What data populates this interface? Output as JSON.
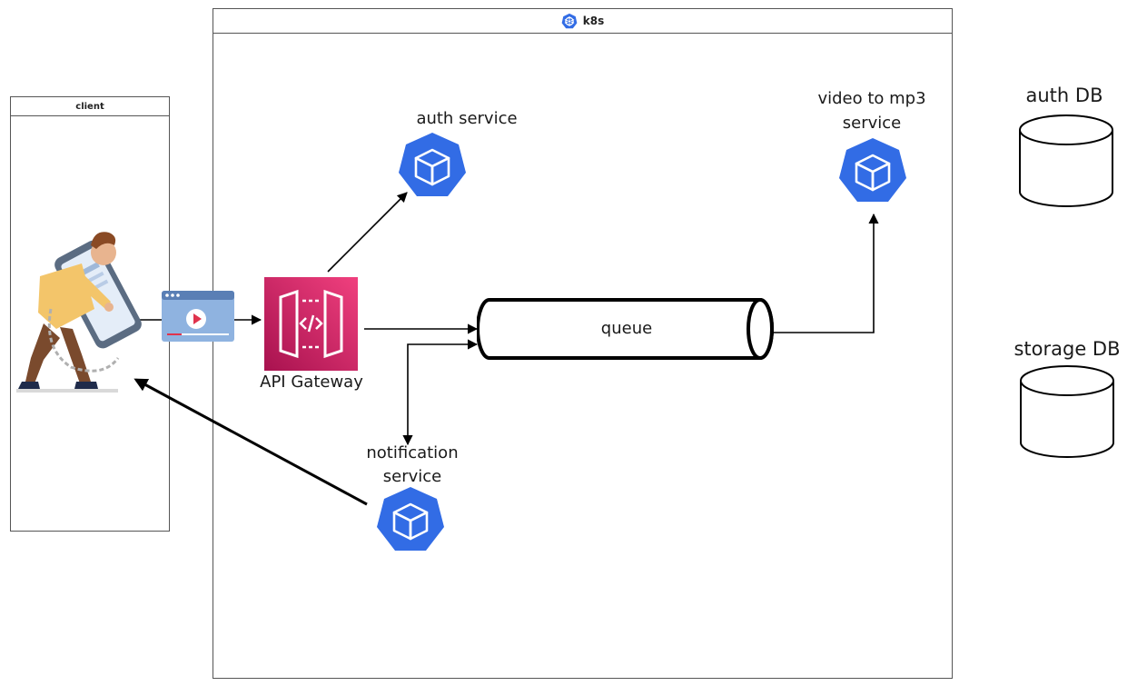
{
  "client": {
    "title": "client"
  },
  "k8s": {
    "title": "k8s"
  },
  "services": {
    "auth": {
      "label": "auth service"
    },
    "video_to_mp3": {
      "label_line1": "video to mp3",
      "label_line2": "service"
    },
    "notification": {
      "label_line1": "notification",
      "label_line2": "service"
    }
  },
  "api_gateway": {
    "label": "API Gateway"
  },
  "queue": {
    "label": "queue"
  },
  "databases": {
    "auth": {
      "label": "auth DB"
    },
    "storage": {
      "label": "storage DB"
    }
  },
  "colors": {
    "k8s_blue": "#326ce5",
    "gateway_pink": "#d6336c",
    "gateway_pink_dark": "#a8124f",
    "video_card_blue": "#8fb3e0"
  },
  "icons": [
    "kubernetes-logo-icon",
    "service-cube-icon",
    "api-gateway-icon",
    "video-player-icon",
    "database-icon",
    "person-with-phone-illustration"
  ]
}
